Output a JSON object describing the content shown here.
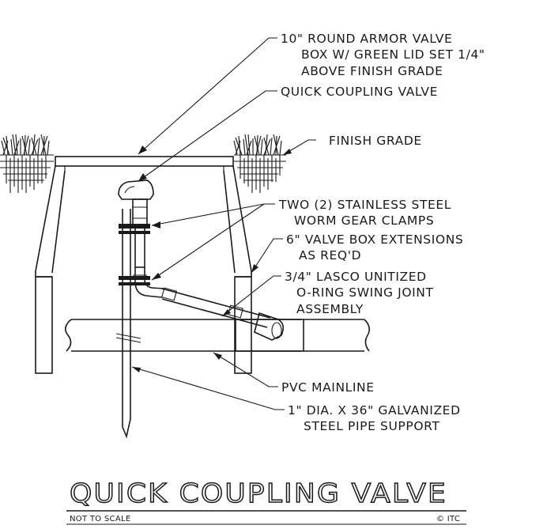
{
  "callouts": {
    "valve_box": [
      "10\" ROUND ARMOR VALVE",
      "BOX W/ GREEN LID SET 1/4\"",
      "ABOVE FINISH GRADE"
    ],
    "quick_coupling": [
      "QUICK COUPLING VALVE"
    ],
    "finish_grade": [
      "FINISH GRADE"
    ],
    "clamps": [
      "TWO (2) STAINLESS STEEL",
      "WORM GEAR CLAMPS"
    ],
    "extensions": [
      "6\" VALVE BOX EXTENSIONS",
      "AS REQ'D"
    ],
    "swing_joint": [
      "3/4\" LASCO UNITIZED",
      "O-RING SWING JOINT",
      "ASSEMBLY"
    ],
    "mainline": [
      "PVC MAINLINE"
    ],
    "pipe_support": [
      "1\" DIA. X 36\" GALVANIZED",
      "STEEL PIPE SUPPORT"
    ]
  },
  "title_block": {
    "title": "QUICK COUPLING VALVE",
    "scale_note": "NOT TO SCALE",
    "credit": "© ITC"
  }
}
